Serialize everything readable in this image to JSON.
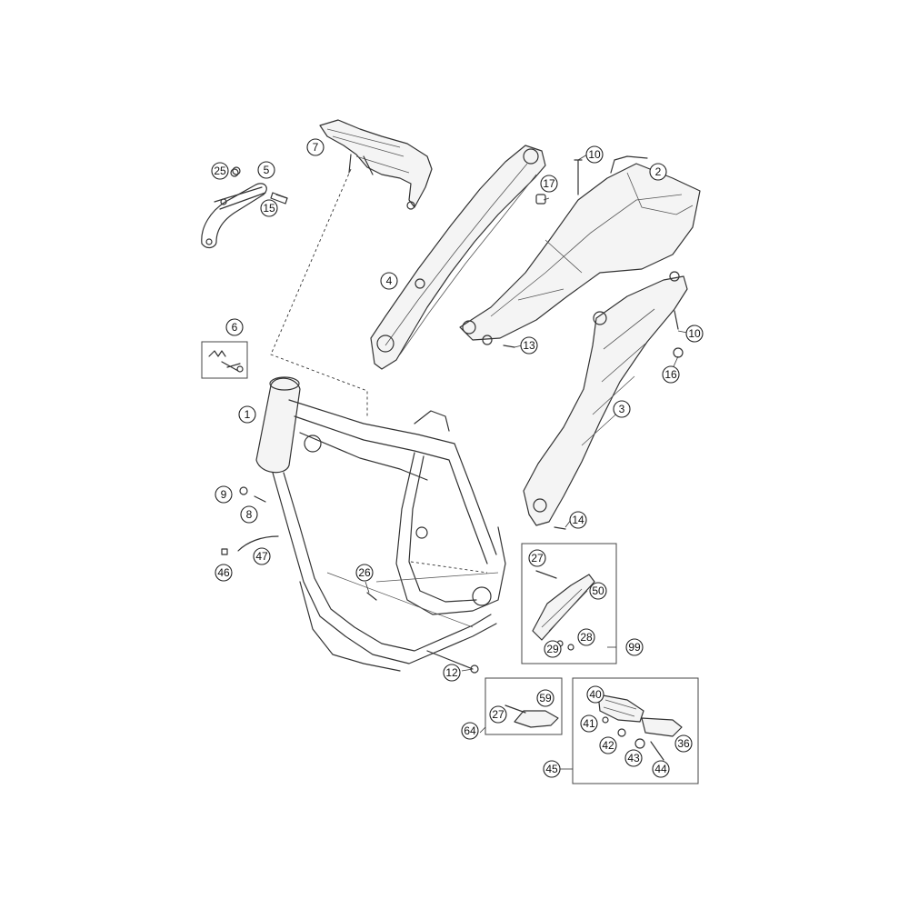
{
  "callouts": [
    {
      "id": "c1",
      "label": "1"
    },
    {
      "id": "c2",
      "label": "2"
    },
    {
      "id": "c3",
      "label": "3"
    },
    {
      "id": "c4",
      "label": "4"
    },
    {
      "id": "c5",
      "label": "5"
    },
    {
      "id": "c6",
      "label": "6"
    },
    {
      "id": "c7",
      "label": "7"
    },
    {
      "id": "c8",
      "label": "8"
    },
    {
      "id": "c9",
      "label": "9"
    },
    {
      "id": "c10a",
      "label": "10"
    },
    {
      "id": "c10b",
      "label": "10"
    },
    {
      "id": "c12",
      "label": "12"
    },
    {
      "id": "c13",
      "label": "13"
    },
    {
      "id": "c14",
      "label": "14"
    },
    {
      "id": "c15",
      "label": "15"
    },
    {
      "id": "c16",
      "label": "16"
    },
    {
      "id": "c17",
      "label": "17"
    },
    {
      "id": "c25",
      "label": "25"
    },
    {
      "id": "c26",
      "label": "26"
    },
    {
      "id": "c27a",
      "label": "27"
    },
    {
      "id": "c27b",
      "label": "27"
    },
    {
      "id": "c28",
      "label": "28"
    },
    {
      "id": "c29",
      "label": "29"
    },
    {
      "id": "c36",
      "label": "36"
    },
    {
      "id": "c40",
      "label": "40"
    },
    {
      "id": "c41",
      "label": "41"
    },
    {
      "id": "c42",
      "label": "42"
    },
    {
      "id": "c43",
      "label": "43"
    },
    {
      "id": "c44",
      "label": "44"
    },
    {
      "id": "c45",
      "label": "45"
    },
    {
      "id": "c46",
      "label": "46"
    },
    {
      "id": "c47",
      "label": "47"
    },
    {
      "id": "c50",
      "label": "50"
    },
    {
      "id": "c59",
      "label": "59"
    },
    {
      "id": "c64",
      "label": "64"
    },
    {
      "id": "c99",
      "label": "99"
    }
  ]
}
